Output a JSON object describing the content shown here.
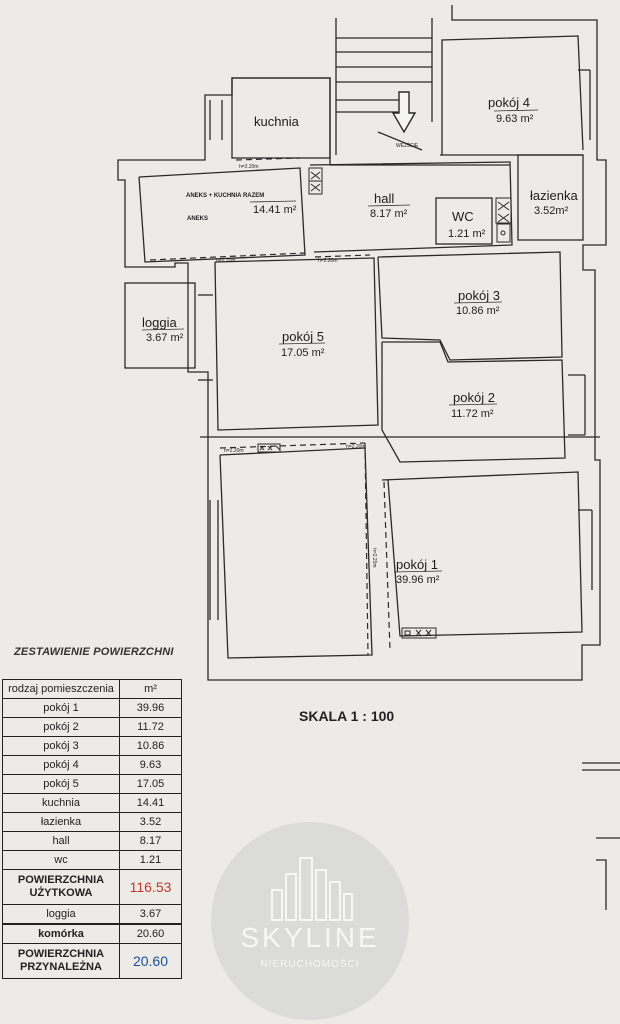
{
  "rooms": {
    "kuchnia": {
      "name": "kuchnia"
    },
    "aneks": {
      "caption": "ANEKS + KUCHNIA RAZEM",
      "caption2": "ANEKS",
      "area": "14.41 m²"
    },
    "hall": {
      "name": "hall",
      "area": "8.17 m²"
    },
    "wc": {
      "name": "WC",
      "area": "1.21 m²"
    },
    "lazienka": {
      "name": "łazienka",
      "area": "3.52m²"
    },
    "pokoj4": {
      "name": "pokój 4",
      "area": "9.63 m²"
    },
    "pokoj3": {
      "name": "pokój 3",
      "area": "10.86 m²"
    },
    "pokoj2": {
      "name": "pokój 2",
      "area": "11.72 m²"
    },
    "pokoj1": {
      "name": "pokój 1",
      "area": "39.96 m²"
    },
    "pokoj5": {
      "name": "pokój 5",
      "area": "17.05 m²"
    },
    "loggia": {
      "name": "loggia",
      "area": "3.67 m²"
    }
  },
  "plan_notes": {
    "entrance": "WEJŚCIE",
    "height_mark": "h=2.20m",
    "height_mark_vertical": "h=2.20m"
  },
  "summary": {
    "title": "ZESTAWIENIE POWIERZCHNI",
    "col_room": "rodzaj pomieszczenia",
    "col_unit": "m²",
    "rows": [
      {
        "name": "pokój 1",
        "value": "39.96"
      },
      {
        "name": "pokój 2",
        "value": "11.72"
      },
      {
        "name": "pokój 3",
        "value": "10.86"
      },
      {
        "name": "pokój 4",
        "value": "9.63"
      },
      {
        "name": "pokój 5",
        "value": "17.05"
      },
      {
        "name": "kuchnia",
        "value": "14.41"
      },
      {
        "name": "łazienka",
        "value": "3.52"
      },
      {
        "name": "hall",
        "value": "8.17"
      },
      {
        "name": "wc",
        "value": "1.21"
      }
    ],
    "usable": {
      "line1": "POWIERZCHNIA",
      "line2": "UŻYTKOWA",
      "value": "116.53",
      "color": "#c0392b"
    },
    "loggia": {
      "name": "loggia",
      "value": "3.67"
    },
    "storage": {
      "name": "komórka",
      "value": "20.60"
    },
    "ancillary": {
      "line1": "POWIERZCHNIA",
      "line2": "PRZYNALEŻNA",
      "value": "20.60",
      "color": "#1f4e9a"
    }
  },
  "scale": "SKALA 1 : 100",
  "logo": {
    "name": "SKYLINE",
    "sub": "NIERUCHOMOŚCI"
  }
}
